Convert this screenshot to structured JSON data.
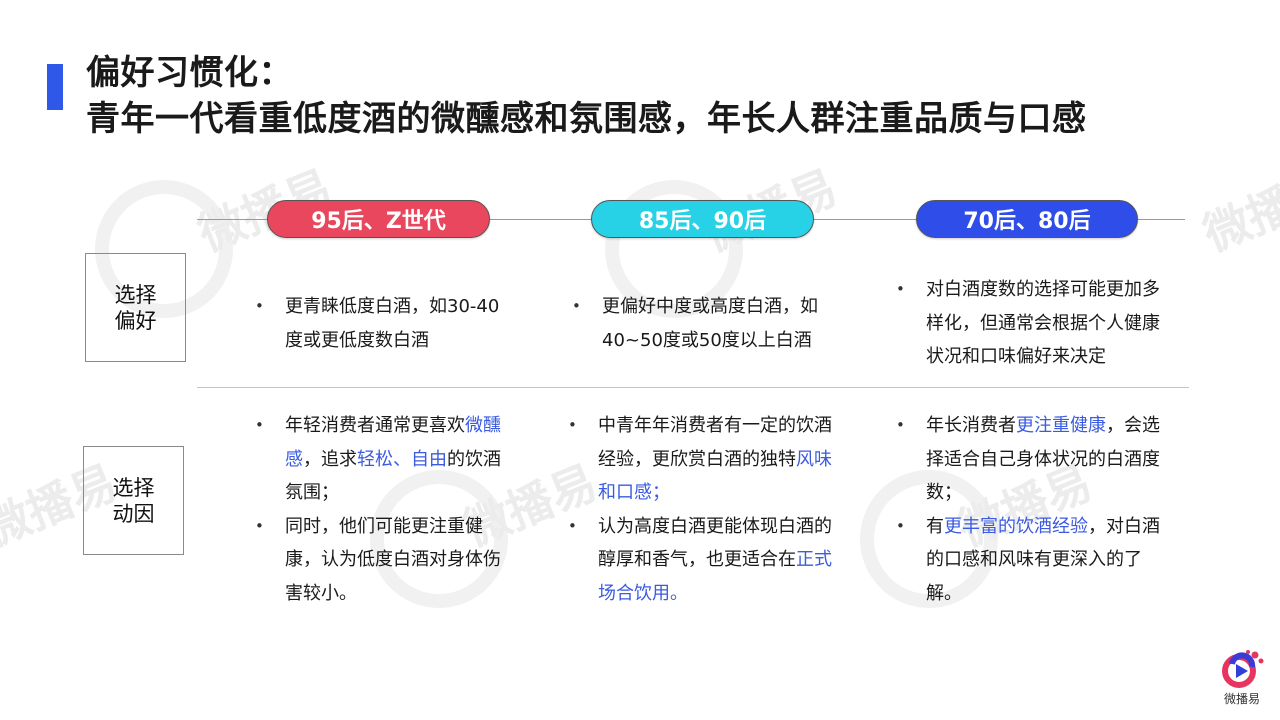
{
  "title": {
    "line1": "偏好习惯化：",
    "line2": "青年一代看重低度酒的微醺感和氛围感，年长人群注重品质与口感"
  },
  "watermark": "微播易",
  "columns": [
    {
      "label": "95后、Z世代",
      "color": "#e8475e"
    },
    {
      "label": "85后、90后",
      "color": "#27d1e6"
    },
    {
      "label": "70后、80后",
      "color": "#2f4de8"
    }
  ],
  "rows": [
    {
      "label_line1": "选择",
      "label_line2": "偏好"
    },
    {
      "label_line1": "选择",
      "label_line2": "动因"
    }
  ],
  "cells": {
    "r1c1": [
      "更青睐低度白酒，如30-40度或更低度数白酒"
    ],
    "r1c2": [
      "更偏好中度或高度白酒，如40~50度或50度以上白酒"
    ],
    "r1c3": [
      "对白酒度数的选择可能更加多样化，但通常会根据个人健康状况和口味偏好来决定"
    ],
    "r2c1": [
      {
        "a": "年轻消费者通常更喜欢",
        "h1": "微醺感",
        "b": "，追求",
        "h2": "轻松、自由",
        "c": "的饮酒氛围；"
      },
      {
        "text": "同时，他们可能更注重健康，认为低度白酒对身体伤害较小。"
      }
    ],
    "r2c2": [
      {
        "a": "中青年年消费者有一定的饮酒经验，更欣赏白酒的独特",
        "h1": "风味和口感；"
      },
      {
        "a": "认为高度白酒更能体现白酒的醇厚和香气，也更适合在",
        "h1": "正式场合饮用。"
      }
    ],
    "r2c3": [
      {
        "a": "年长消费者",
        "h1": "更注重健康",
        "b": "，会选择适合自己身体状况的白酒度数；"
      },
      {
        "a": "有",
        "h1": "更丰富的饮酒经验",
        "b": "，对白酒的口感和风味有更深入的了解。"
      }
    ]
  },
  "colors": {
    "accent": "#2f57e8",
    "highlight": "#3b5be0"
  },
  "logo": {
    "text": "微播易",
    "icon": "play-logo-icon"
  }
}
